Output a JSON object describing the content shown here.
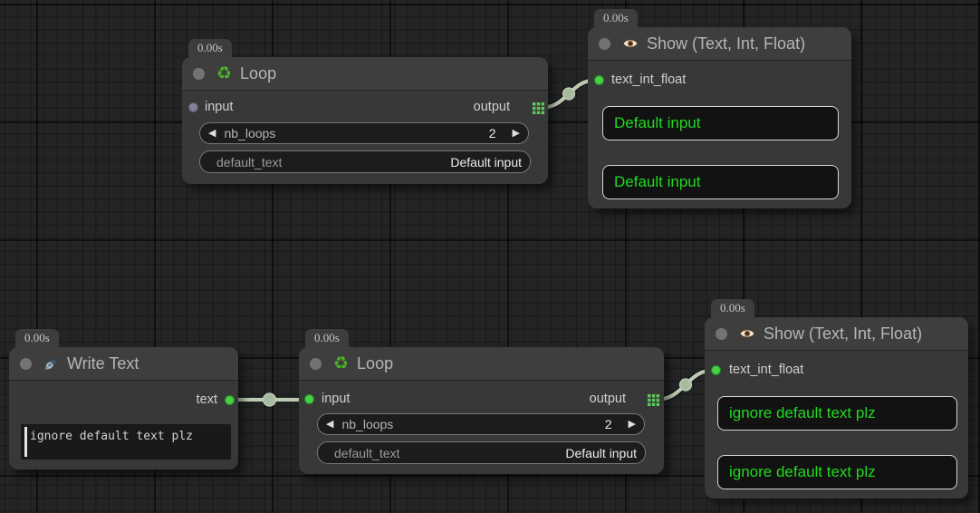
{
  "colors": {
    "canvas_bg": "#232425",
    "node_bg": "#383838",
    "node_header_bg": "#3e3e3e",
    "accent_text_green": "#22d822",
    "slot_connected_green": "#45d045",
    "slot_unconnected_slate": "#81819b",
    "wire_sage": "#bccab2",
    "output_grid_green": "#5ccb5c"
  },
  "icons": {
    "recycle": "♻",
    "arrow_left": "◀",
    "arrow_right": "▶"
  },
  "nodes": [
    {
      "id": "loop-top",
      "timer": "0.00s",
      "title": "Loop",
      "icon": "recycle-icon",
      "input_label": "input",
      "output_label": "output",
      "nb_loops_label": "nb_loops",
      "nb_loops_value": "2",
      "default_text_label": "default_text",
      "default_text_value": "Default input"
    },
    {
      "id": "show-top",
      "timer": "0.00s",
      "title": "Show (Text, Int, Float)",
      "icon": "eye-icon",
      "input_label": "text_int_float",
      "box1": "Default input",
      "box2": "Default input"
    },
    {
      "id": "write-text",
      "timer": "0.00s",
      "title": "Write Text",
      "icon": "pen-icon",
      "output_label": "text",
      "textarea_value": "ignore default text plz"
    },
    {
      "id": "loop-bottom",
      "timer": "0.00s",
      "title": "Loop",
      "icon": "recycle-icon",
      "input_label": "input",
      "output_label": "output",
      "nb_loops_label": "nb_loops",
      "nb_loops_value": "2",
      "default_text_label": "default_text",
      "default_text_value": "Default input"
    },
    {
      "id": "show-bottom",
      "timer": "0.00s",
      "title": "Show (Text, Int, Float)",
      "icon": "eye-icon",
      "input_label": "text_int_float",
      "box1": "ignore default text plz",
      "box2": "ignore default text plz"
    }
  ]
}
